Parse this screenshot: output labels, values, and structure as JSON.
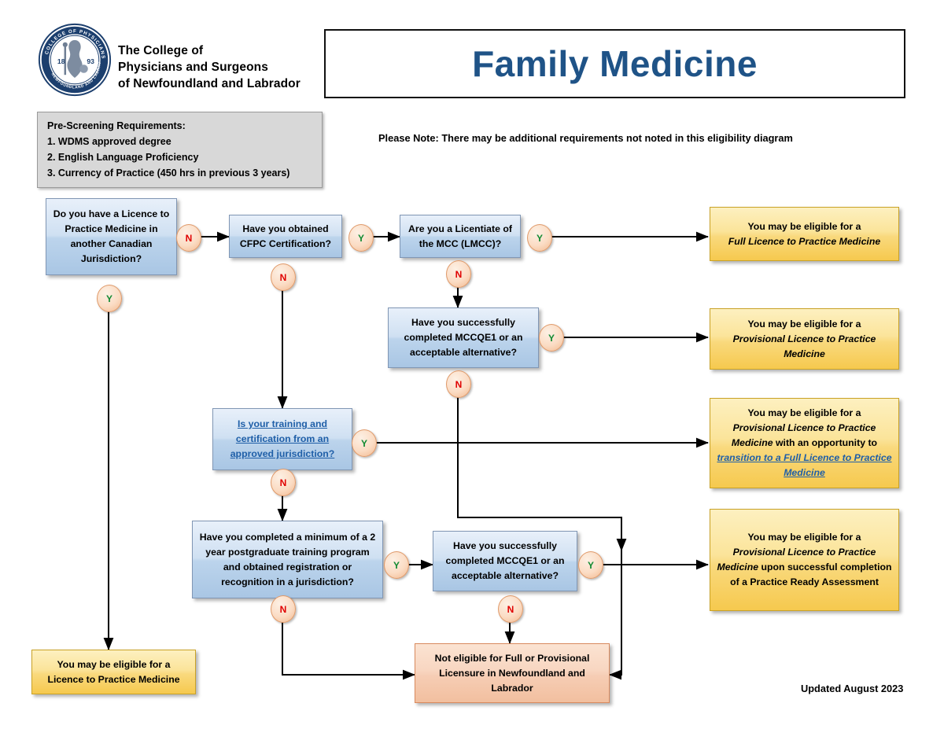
{
  "header": {
    "org_line1": "The College of",
    "org_line2": "Physicians and Surgeons",
    "org_line3": "of Newfoundland and Labrador",
    "title": "Family Medicine",
    "logo_alt": "college-crest-logo",
    "title_color": "#1f5387"
  },
  "prescreen": {
    "heading": "Pre-Screening Requirements:",
    "items": [
      "1. WDMS approved degree",
      "2. English Language Proficiency",
      "3. Currency of Practice (450 hrs in previous 3 years)"
    ]
  },
  "note": "Please Note: There may be additional requirements not noted in this eligibility diagram",
  "footer": {
    "updated": "Updated August 2023"
  },
  "questions": {
    "q1": "Do you have a Licence to Practice Medicine in another Canadian Jurisdiction?",
    "q2": "Have you obtained CFPC Certification?",
    "q3": "Are you a Licentiate of the MCC (LMCC)?",
    "q4": "Have you successfully completed MCCQE1 or an acceptable alternative?",
    "q5_link": "Is your training and certification from an approved jurisdiction?",
    "q6": "Have you completed a minimum of a 2 year postgraduate training program and obtained registration or recognition in a jurisdiction?",
    "q7": "Have you successfully completed MCCQE1 or an acceptable alternative?"
  },
  "outcomes": {
    "full_licence": {
      "line1": "You may be eligible for a",
      "line2": "Full Licence to Practice Medicine"
    },
    "provisional": {
      "line1": "You may be eligible for a",
      "line2": "Provisional Licence to Practice Medicine"
    },
    "provisional_transition": {
      "line1": "You may be eligible for a",
      "line2": "Provisional Licence to Practice Medicine",
      "line3": " with an opportunity to ",
      "link": "transition to a Full Licence to Practice Medicine"
    },
    "provisional_pra": {
      "line1": "You may be eligible for a",
      "line2": "Provisional Licence to Practice Medicine",
      "line3": " upon successful completion of a Practice Ready Assessment"
    },
    "licence_left": {
      "line1": "You may be eligible for a",
      "line2": "Licence to Practice Medicine"
    },
    "not_eligible": "Not eligible for Full or Provisional Licensure in Newfoundland and Labrador"
  },
  "badges": {
    "q1_n": "N",
    "q1_y": "Y",
    "q2_y": "Y",
    "q2_n": "N",
    "q3_y": "Y",
    "q3_n": "N",
    "q4_y": "Y",
    "q4_n": "N",
    "q5_y": "Y",
    "q5_n": "N",
    "q6_y": "Y",
    "q6_n": "N",
    "q7_y": "Y",
    "q7_n": "N"
  },
  "colors": {
    "question_box": "#bcd4ec",
    "outcome_yellow": "#f9d97d",
    "outcome_red": "#f6cdb4",
    "badge": "#fbdcc4",
    "yes": "#108a31",
    "no": "#e00000",
    "link": "#1f5fa8",
    "title": "#1f5387"
  }
}
